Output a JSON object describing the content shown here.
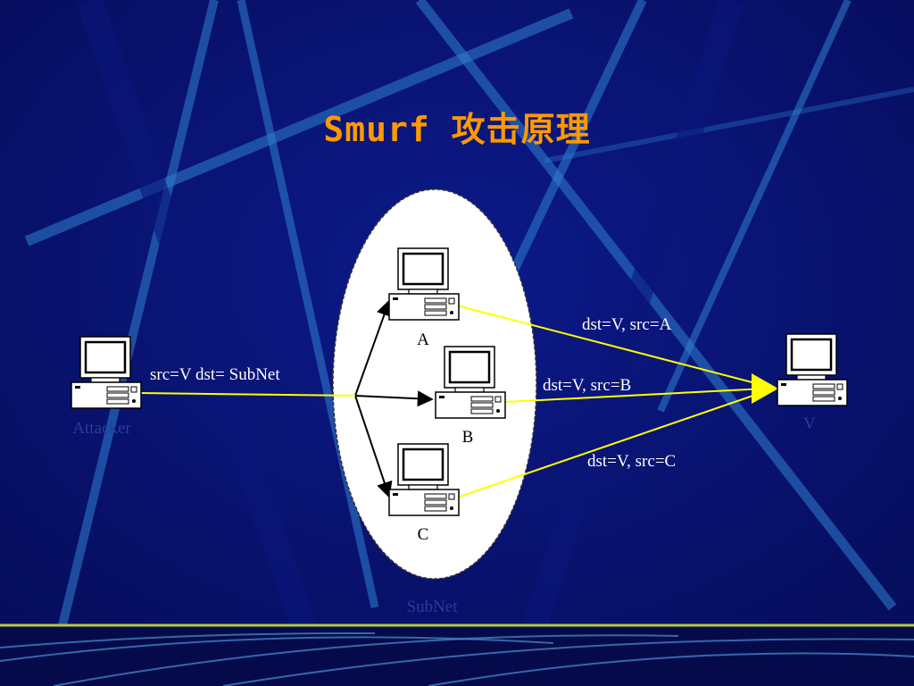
{
  "title": "Smurf 攻击原理",
  "nodes": {
    "attacker": "Attacker",
    "a": "A",
    "b": "B",
    "c": "C",
    "victim": "V",
    "subnet": "SubNet"
  },
  "edges": {
    "attack": "src=V dst= SubNet",
    "reply_a": "dst=V, src=A",
    "reply_b": "dst=V, src=B",
    "reply_c": "dst=V, src=C"
  },
  "colors": {
    "background": "#07106b",
    "title": "#ff9900",
    "label": "#ffffff",
    "flow": "#ffff00",
    "subnet_fill": "#ffffff",
    "hidden_label": "#07106b"
  }
}
